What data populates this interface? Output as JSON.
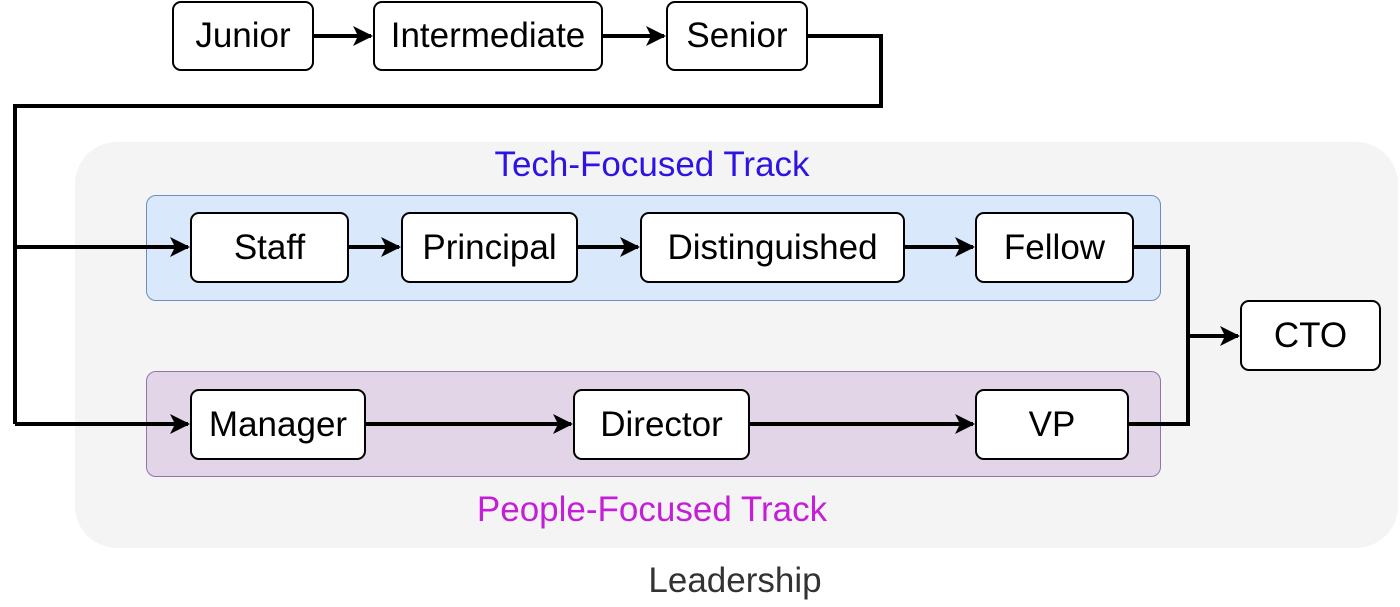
{
  "nodes": {
    "junior": "Junior",
    "intermediate": "Intermediate",
    "senior": "Senior",
    "staff": "Staff",
    "principal": "Principal",
    "distinguished": "Distinguished",
    "fellow": "Fellow",
    "manager": "Manager",
    "director": "Director",
    "vp": "VP",
    "cto": "CTO"
  },
  "groups": {
    "tech_track": {
      "label": "Tech-Focused Track",
      "color": "#2d14e3"
    },
    "people_track": {
      "label": "People-Focused Track",
      "color": "#c41ed8"
    },
    "leadership": {
      "label": "Leadership"
    }
  },
  "edges": [
    [
      "Junior",
      "Intermediate"
    ],
    [
      "Intermediate",
      "Senior"
    ],
    [
      "Senior",
      "Staff"
    ],
    [
      "Senior",
      "Manager"
    ],
    [
      "Staff",
      "Principal"
    ],
    [
      "Principal",
      "Distinguished"
    ],
    [
      "Distinguished",
      "Fellow"
    ],
    [
      "Manager",
      "Director"
    ],
    [
      "Director",
      "VP"
    ],
    [
      "Fellow",
      "CTO"
    ],
    [
      "VP",
      "CTO"
    ]
  ]
}
